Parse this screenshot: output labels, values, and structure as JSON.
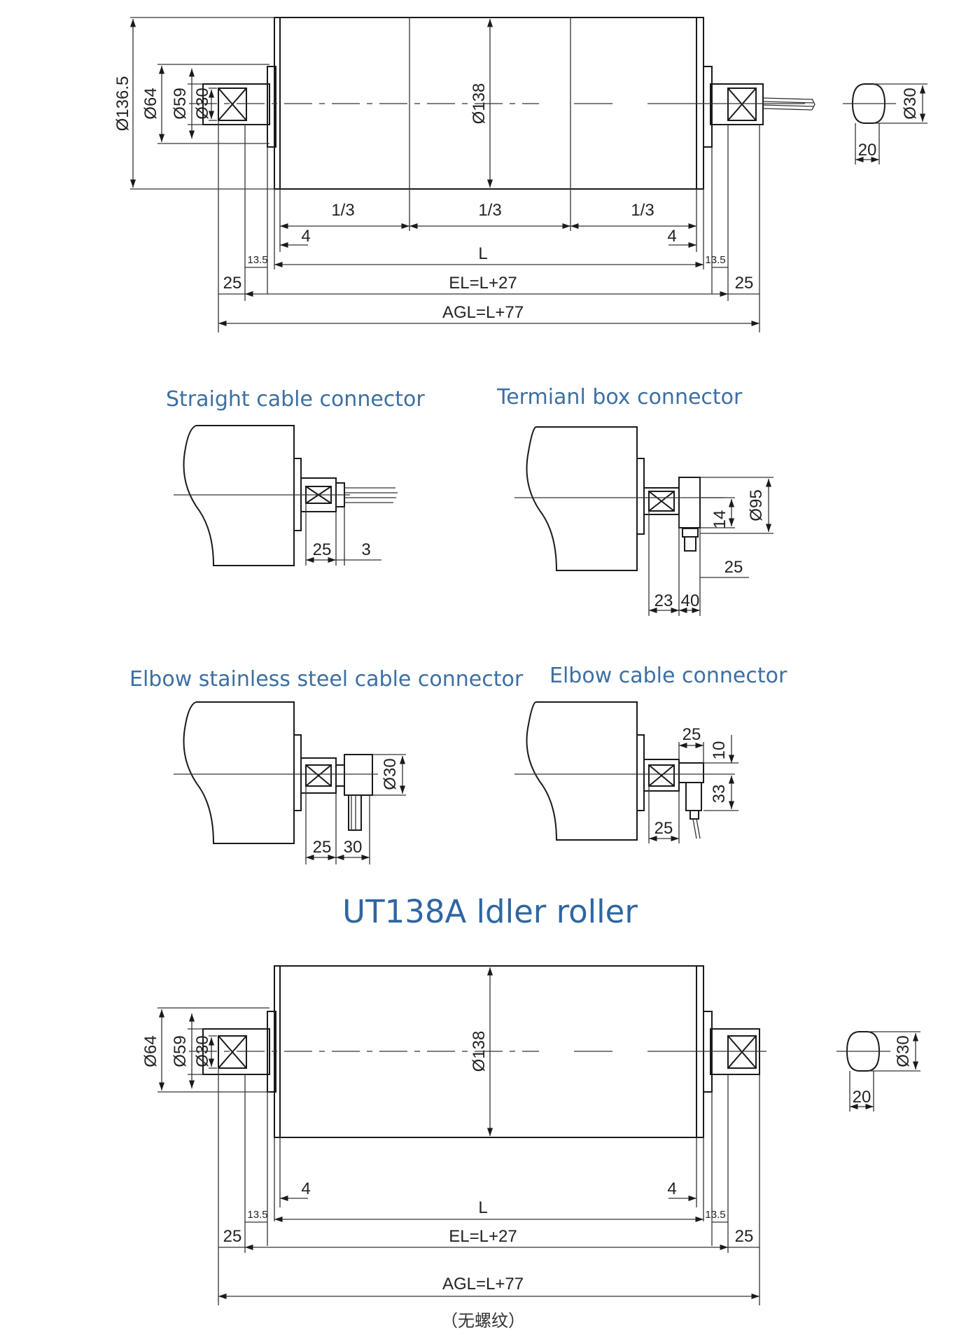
{
  "colors": {
    "heading": "#3d6fa3",
    "title": "#2f66a0",
    "line": "#1a1a1a"
  },
  "motorized_roller": {
    "dia_outer": "Ø136.5",
    "dia_64": "Ø64",
    "dia_59": "Ø59",
    "dia_30": "Ø30",
    "dia_138": "Ø138",
    "third_1": "1/3",
    "third_2": "1/3",
    "third_3": "1/3",
    "gap_left": "4",
    "gap_right": "4",
    "flange_left": "13.5",
    "flange_right": "13.5",
    "length": "L",
    "shaft_left": "25",
    "shaft_right": "25",
    "el": "EL=L+27",
    "agl": "AGL=L+77",
    "shaft_end_dia": "Ø30",
    "shaft_end_flat": "20"
  },
  "connectors": [
    {
      "title": "Straight cable connector",
      "dims": [
        "25",
        "3"
      ]
    },
    {
      "title": "Termianl box connector",
      "dims": [
        "Ø95",
        "14",
        "25",
        "23",
        "40"
      ]
    },
    {
      "title": "Elbow stainless steel cable connector",
      "dims": [
        "Ø30",
        "25",
        "30"
      ]
    },
    {
      "title": "Elbow cable connector",
      "dims": [
        "25",
        "10",
        "33",
        "25"
      ]
    }
  ],
  "idler": {
    "title": "UT138A  ldler roller",
    "dia_64": "Ø64",
    "dia_59": "Ø59",
    "dia_30": "Ø30",
    "dia_138": "Ø138",
    "gap_left": "4",
    "gap_right": "4",
    "flange_left": "13.5",
    "flange_right": "13.5",
    "length": "L",
    "shaft_left": "25",
    "shaft_right": "25",
    "el": "EL=L+27",
    "agl": "AGL=L+77",
    "shaft_end_dia": "Ø30",
    "shaft_end_flat": "20",
    "note": "（无螺纹）"
  }
}
